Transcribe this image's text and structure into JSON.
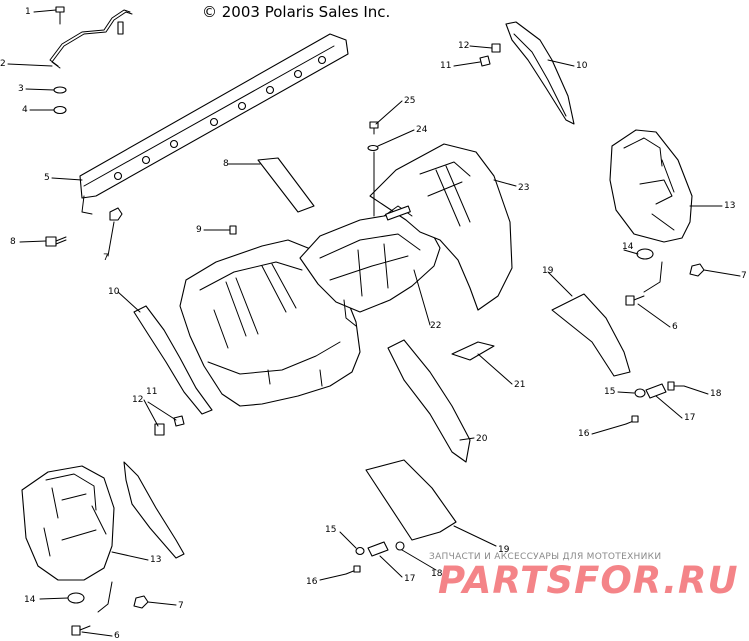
{
  "copyright": "© 2003 Polaris Sales Inc.",
  "watermark": {
    "line1": "ЗАПЧАСТИ И АКСЕССУАРЫ ДЛЯ МОТОТЕХНИКИ",
    "logo": "PARTSFOR.RU",
    "color": "#ec2027"
  },
  "callouts": [
    {
      "label": "1"
    },
    {
      "label": "2"
    },
    {
      "label": "3"
    },
    {
      "label": "4"
    },
    {
      "label": "5"
    },
    {
      "label": "8"
    },
    {
      "label": "7"
    },
    {
      "label": "8"
    },
    {
      "label": "9"
    },
    {
      "label": "10"
    },
    {
      "label": "11"
    },
    {
      "label": "12"
    },
    {
      "label": "12"
    },
    {
      "label": "11"
    },
    {
      "label": "10"
    },
    {
      "label": "25"
    },
    {
      "label": "24"
    },
    {
      "label": "23"
    },
    {
      "label": "13"
    },
    {
      "label": "14"
    },
    {
      "label": "7"
    },
    {
      "label": "6"
    },
    {
      "label": "19"
    },
    {
      "label": "22"
    },
    {
      "label": "21"
    },
    {
      "label": "20"
    },
    {
      "label": "15"
    },
    {
      "label": "18"
    },
    {
      "label": "17"
    },
    {
      "label": "16"
    },
    {
      "label": "13"
    },
    {
      "label": "14"
    },
    {
      "label": "7"
    },
    {
      "label": "6"
    },
    {
      "label": "15"
    },
    {
      "label": "16"
    },
    {
      "label": "17"
    },
    {
      "label": "18"
    },
    {
      "label": "19"
    }
  ]
}
